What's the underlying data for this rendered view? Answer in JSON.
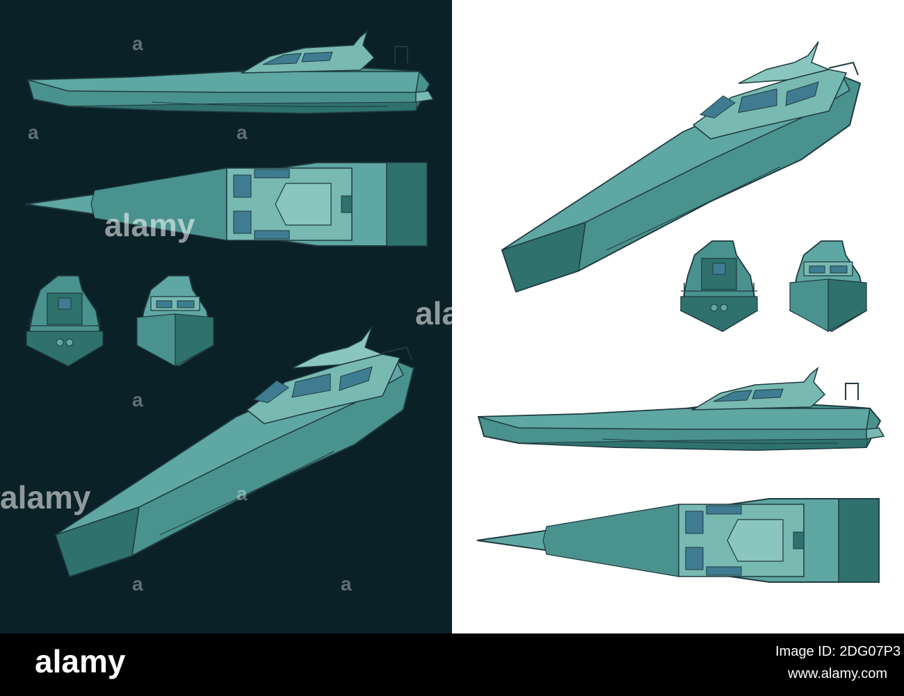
{
  "colors": {
    "dark_panel": "#0b2128",
    "light_panel": "#ffffff",
    "footer": "#000000",
    "hull_light": "#5fa7a2",
    "hull_mid": "#4a928e",
    "hull_dark": "#2f716d",
    "deck": "#78b9b2",
    "glass": "#3f7c91",
    "outline": "#1e3a3f"
  },
  "watermark": {
    "brand": "alamy",
    "fragment": "ala",
    "letter": "a"
  },
  "footer": {
    "logo": "alamy",
    "image_id": "Image ID: 2DG07P3",
    "url": "www.alamy.com"
  },
  "views": {
    "dark": [
      "side-view",
      "top-view",
      "rear-view",
      "front-view",
      "perspective-view"
    ],
    "light": [
      "perspective-view",
      "rear-view",
      "front-view",
      "side-view",
      "top-view"
    ]
  }
}
